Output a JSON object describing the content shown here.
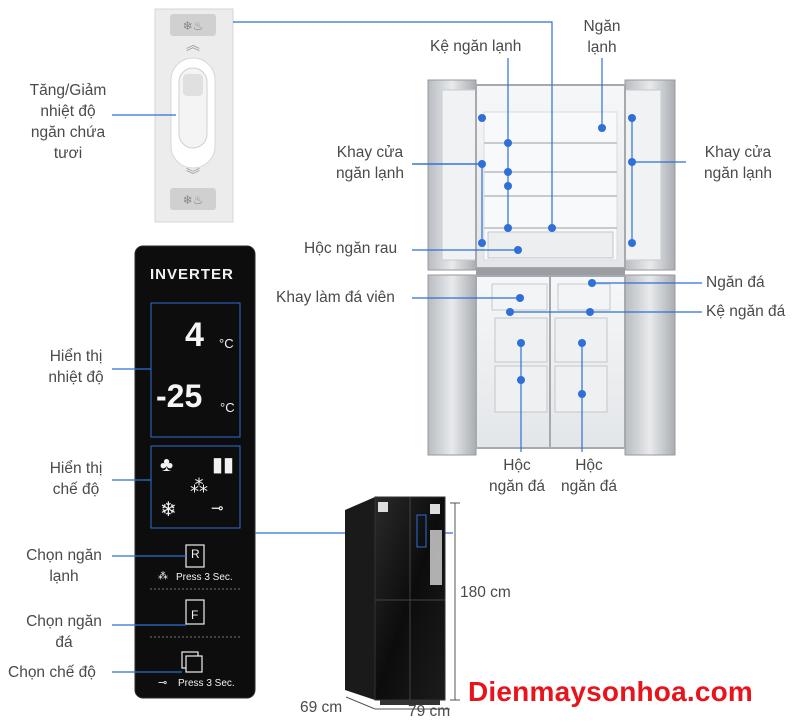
{
  "labels": {
    "tang_giam": [
      "Tăng/Giảm",
      "nhiệt độ",
      "ngăn chứa",
      "tươi"
    ],
    "hien_thi_nhiet_do": [
      "Hiển thị",
      "nhiệt độ"
    ],
    "hien_thi_che_do": [
      "Hiển thị",
      "chế độ"
    ],
    "chon_ngan_lanh": [
      "Chọn ngăn",
      "lạnh"
    ],
    "chon_ngan_da": [
      "Chọn ngăn",
      "đá"
    ],
    "chon_che_do": "Chọn chế độ",
    "ke_ngan_lanh": "Kệ ngăn lạnh",
    "ngan_lanh": [
      "Ngăn",
      "lạnh"
    ],
    "khay_cua_left": [
      "Khay cửa",
      "ngăn lạnh"
    ],
    "khay_cua_right": [
      "Khay cửa",
      "ngăn lạnh"
    ],
    "hoc_ngan_rau": "Hộc ngăn rau",
    "khay_lam_da": "Khay làm đá viên",
    "ngan_da": "Ngăn đá",
    "ke_ngan_da": "Kệ ngăn đá",
    "hoc_ngan_da_1": [
      "Hộc",
      "ngăn đá"
    ],
    "hoc_ngan_da_2": [
      "Hộc",
      "ngăn đá"
    ]
  },
  "dimensions": {
    "height": "180 cm",
    "depth": "69 cm",
    "width": "79 cm"
  },
  "panel": {
    "brand": "INVERTER",
    "fridge_temp": "4",
    "freezer_temp": "-25",
    "unit": "°C",
    "fridge_button": "R",
    "freezer_button": "F",
    "press_hint_1": "Press 3 Sec.",
    "press_hint_2": "Press 3 Sec."
  },
  "watermark": "Dienmaysonhoa.com",
  "colors": {
    "accent": "#2e6fd8",
    "panel": "#111111",
    "watermark": "#e8141c"
  }
}
